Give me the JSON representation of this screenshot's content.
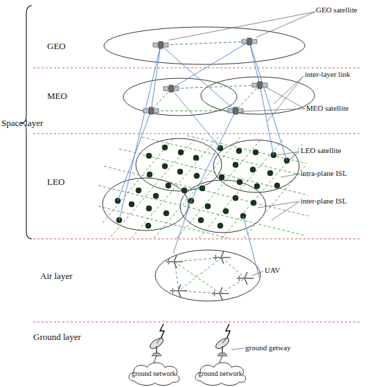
{
  "diagram": {
    "nodes": [
      {
        "text": [
          "ground network"
        ]
      },
      {
        "text": [
          "ground network"
        ]
      }
    ],
    "labels": [
      "Space layer",
      "GEO",
      "GEO satellite",
      "MEO",
      "inter-layer link",
      "MEO satellite",
      "LEO",
      "LEO satellite",
      "intra-plane ISL",
      "inter-plane ISL",
      "Air layer",
      "UAV",
      "Ground layer",
      "ground getway"
    ]
  }
}
